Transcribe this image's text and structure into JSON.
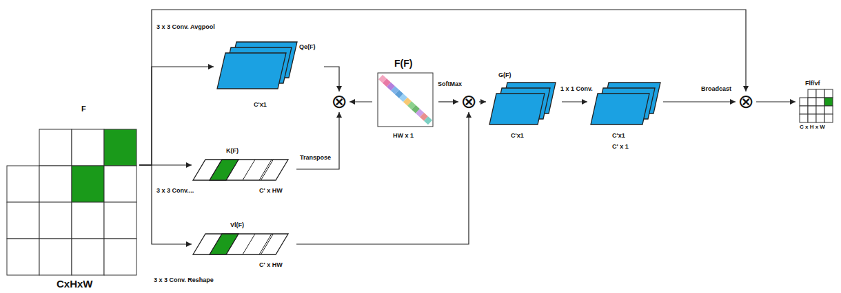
{
  "diagram": {
    "nodes": [
      {
        "text": [
          "F",
          "CxHxW"
        ]
      },
      {
        "text": [
          "Qe(F)",
          "C'x1"
        ]
      },
      {
        "text": [
          "K(F)",
          "C' x HW"
        ]
      },
      {
        "text": [
          "Vl(F)",
          "C' x HW"
        ]
      },
      {
        "text": [
          "⊗"
        ]
      },
      {
        "text": [
          "F(F)",
          "HW x 1"
        ]
      },
      {
        "text": [
          "⊗"
        ]
      },
      {
        "text": [
          "G(F)",
          "C'x1"
        ]
      },
      {
        "text": [
          "C'x1",
          "C' x 1"
        ]
      },
      {
        "text": [
          "⊗"
        ]
      },
      {
        "text": [
          "Flf/vf",
          "C x H x W"
        ]
      }
    ],
    "edges": [
      {
        "from": 0,
        "to": 1,
        "arrow": "to"
      },
      {
        "from": 0,
        "to": 2,
        "arrow": "to"
      },
      {
        "from": 0,
        "to": 3,
        "arrow": "to"
      },
      {
        "from": 0,
        "to": 9,
        "arrow": "to"
      },
      {
        "from": 1,
        "to": 4,
        "arrow": "to"
      },
      {
        "from": 2,
        "to": 4,
        "arrow": "to"
      },
      {
        "from": 5,
        "to": 4,
        "arrow": "to"
      },
      {
        "from": 5,
        "to": 6,
        "arrow": "to"
      },
      {
        "from": 3,
        "to": 6,
        "arrow": "to"
      },
      {
        "from": 6,
        "to": 7,
        "arrow": "to"
      },
      {
        "from": 7,
        "to": 8,
        "arrow": "to"
      },
      {
        "from": 8,
        "to": 9,
        "arrow": "to"
      },
      {
        "from": 9,
        "to": 10,
        "arrow": "to"
      }
    ],
    "labels": [
      "3 x 3 Conv. Avgpool",
      "Transpose",
      "3 x 3 Conv....",
      "3 x 3 Conv. Reshape",
      "SoftMax",
      "1 x 1 Conv.",
      "Broadcast"
    ]
  }
}
